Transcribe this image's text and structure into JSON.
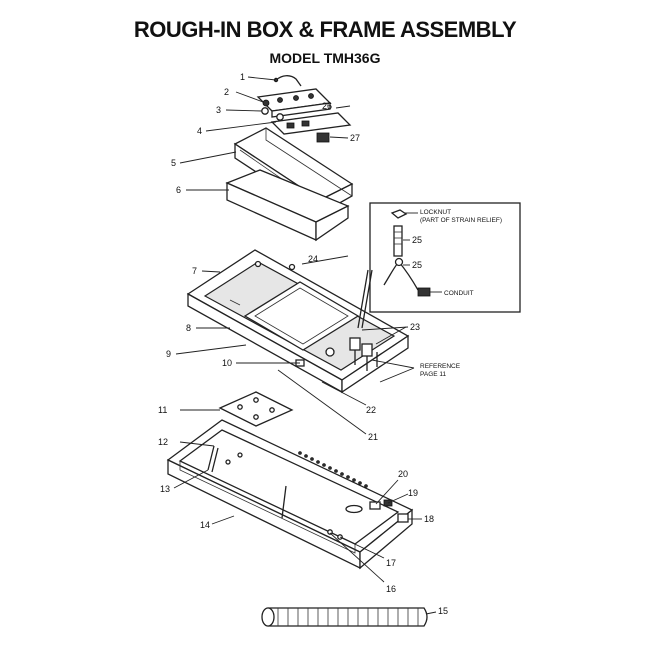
{
  "title": "ROUGH-IN BOX & FRAME ASSEMBLY",
  "model": "MODEL TMH36G",
  "inset": {
    "locknut_label": "LOCKNUT",
    "locknut_sub": "(PART OF STRAIN RELIEF)",
    "conduit_label": "CONDUIT",
    "part_25_a": "25",
    "part_25_b": "25"
  },
  "reference": {
    "line1": "REFERENCE",
    "line2": "PAGE 11"
  },
  "callouts": {
    "p1": "1",
    "p2": "2",
    "p3": "3",
    "p4": "4",
    "p5": "5",
    "p6": "6",
    "p7": "7",
    "p8": "8",
    "p9": "9",
    "p10": "10",
    "p11": "11",
    "p12": "12",
    "p13": "13",
    "p14": "14",
    "p15": "15",
    "p16": "16",
    "p17": "17",
    "p18": "18",
    "p19": "19",
    "p20": "20",
    "p21": "21",
    "p22": "22",
    "p23": "23",
    "p24": "24",
    "p26": "26",
    "p27": "27"
  }
}
